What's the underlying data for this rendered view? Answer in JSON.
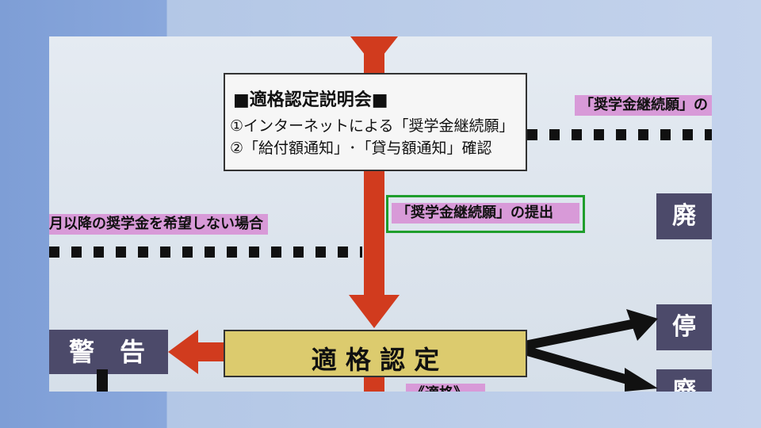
{
  "session_box": {
    "title": "■適格認定説明会■",
    "line1": "①インターネットによる「奨学金継続願」",
    "line2": "②「給付額通知」･「貸与額通知」確認"
  },
  "labels": {
    "submit": "「奨学金継続願」の提出",
    "top_right": "「奨学金継続願」の",
    "left_middle": "月以降の奨学金を希望しない場合",
    "bottom_partial": "《適格》"
  },
  "center_box": {
    "label": "適 格 認 定"
  },
  "warning_box": {
    "label": "警　告"
  },
  "right_boxes": {
    "first": "廃",
    "second": "停",
    "third": "廃"
  },
  "colors": {
    "arrow_red": "#d13b1e",
    "highlight_green": "#1f9e2c",
    "pink_label": "#d89ad8",
    "gold_box": "#dccb6e",
    "dark_box": "#4c4a6a"
  }
}
